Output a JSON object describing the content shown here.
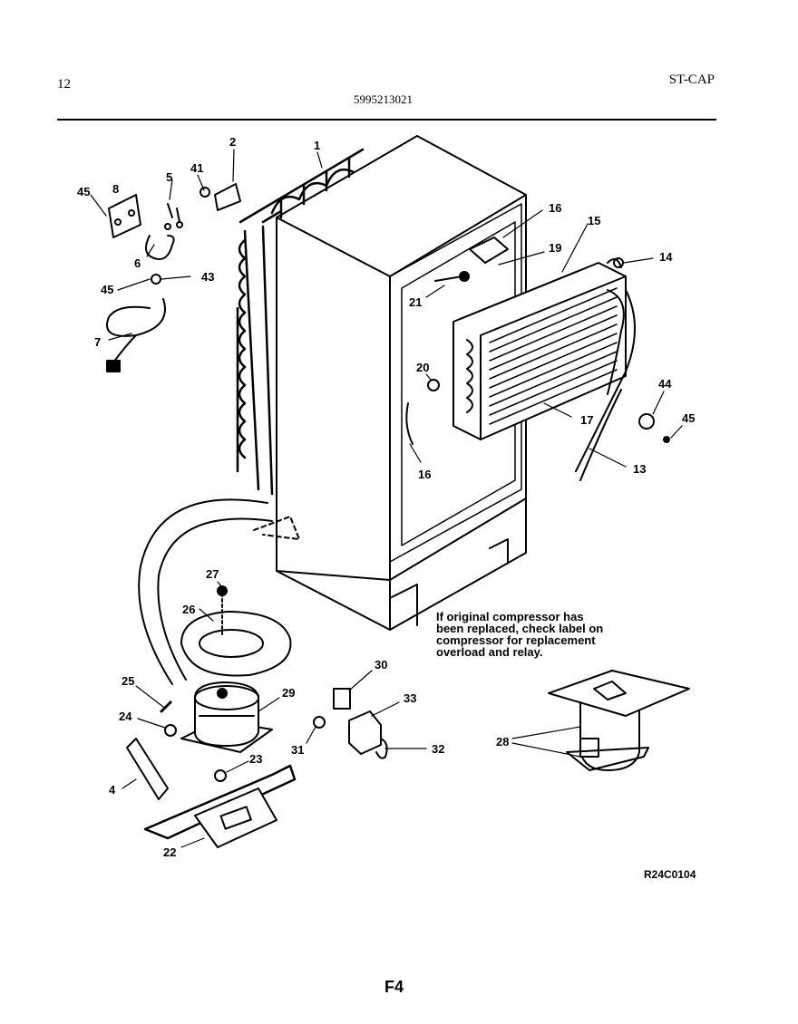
{
  "header": {
    "page_number": "12",
    "model_code": "ST-CAP",
    "part_number": "5995213021"
  },
  "callouts": [
    "1",
    "2",
    "41",
    "45",
    "8",
    "5",
    "6",
    "43",
    "45",
    "7",
    "16",
    "15",
    "19",
    "14",
    "21",
    "20",
    "44",
    "45",
    "16",
    "17",
    "13",
    "27",
    "26",
    "30",
    "33",
    "25",
    "29",
    "24",
    "31",
    "32",
    "23",
    "4",
    "22",
    "28"
  ],
  "note": {
    "line1": "If original compressor has",
    "line2": "been replaced, check label on",
    "line3": "compressor for replacement",
    "line4": "overload and relay."
  },
  "figure_code": "R24C0104",
  "figure_label": "F4"
}
